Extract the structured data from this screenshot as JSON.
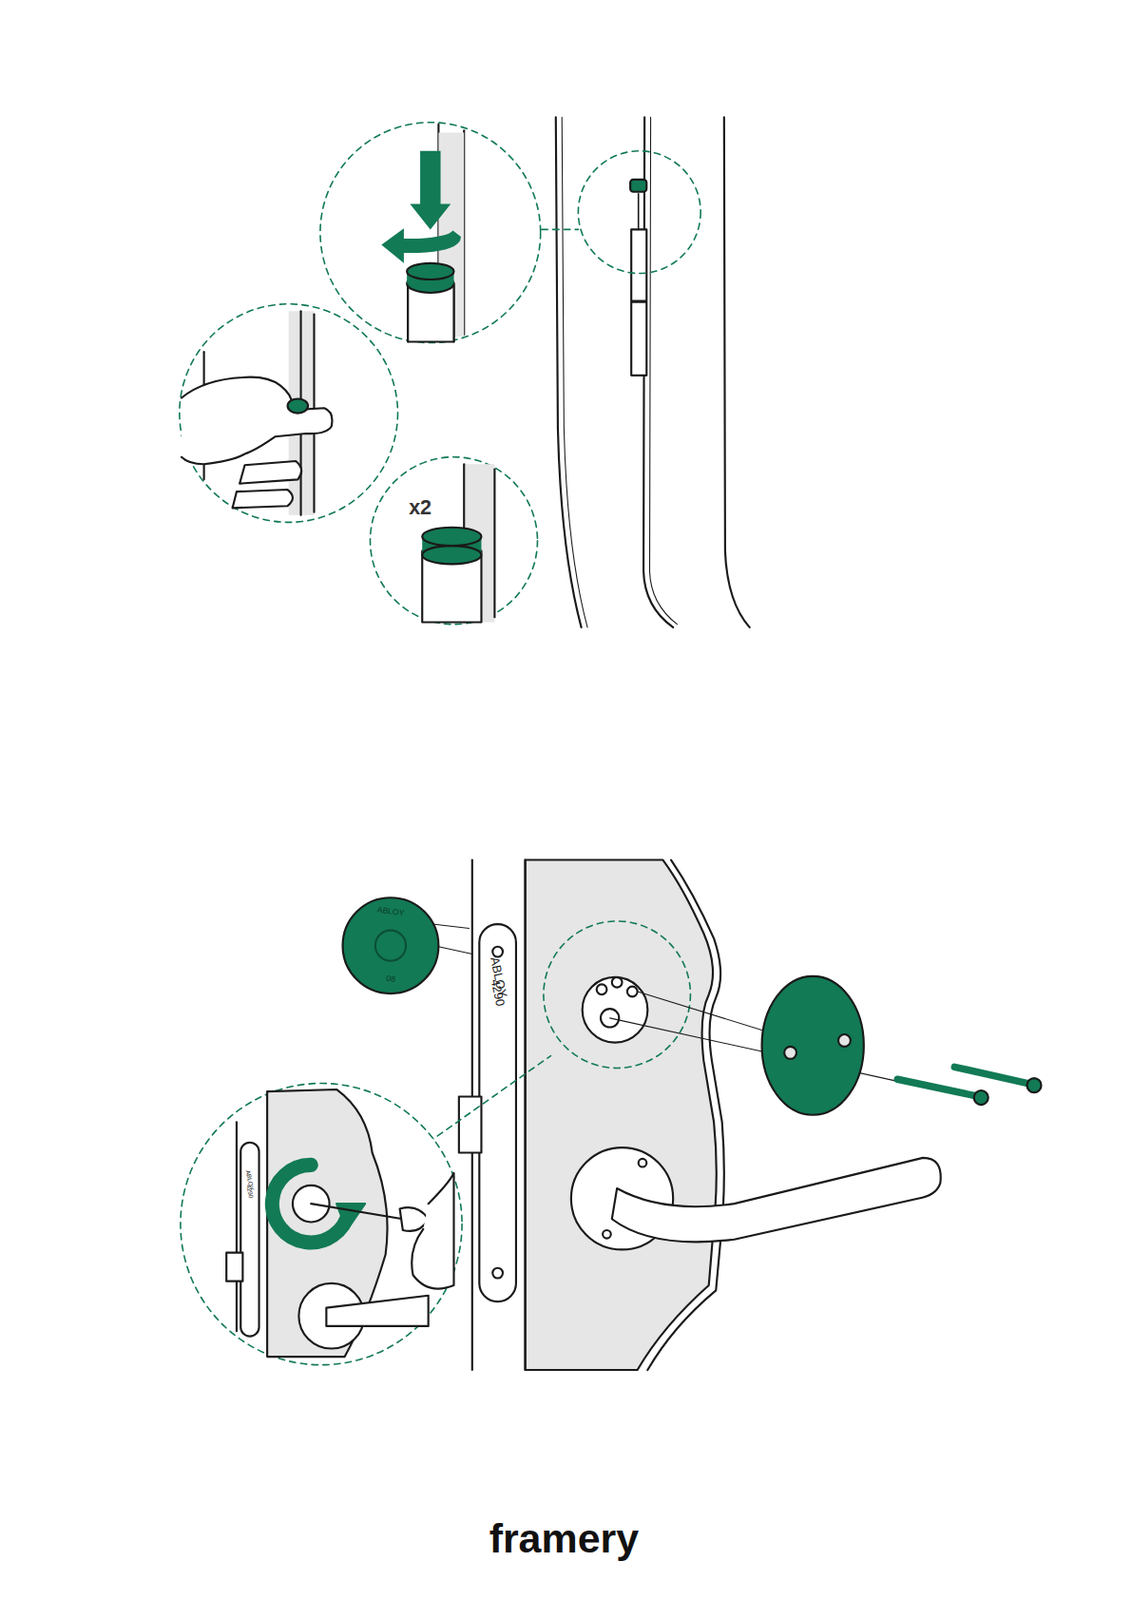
{
  "diagram": {
    "labels": [
      "x2",
      "ABLOY",
      "08",
      "ABLOY",
      "4290",
      "ABLOY",
      "4290",
      "framery"
    ]
  }
}
